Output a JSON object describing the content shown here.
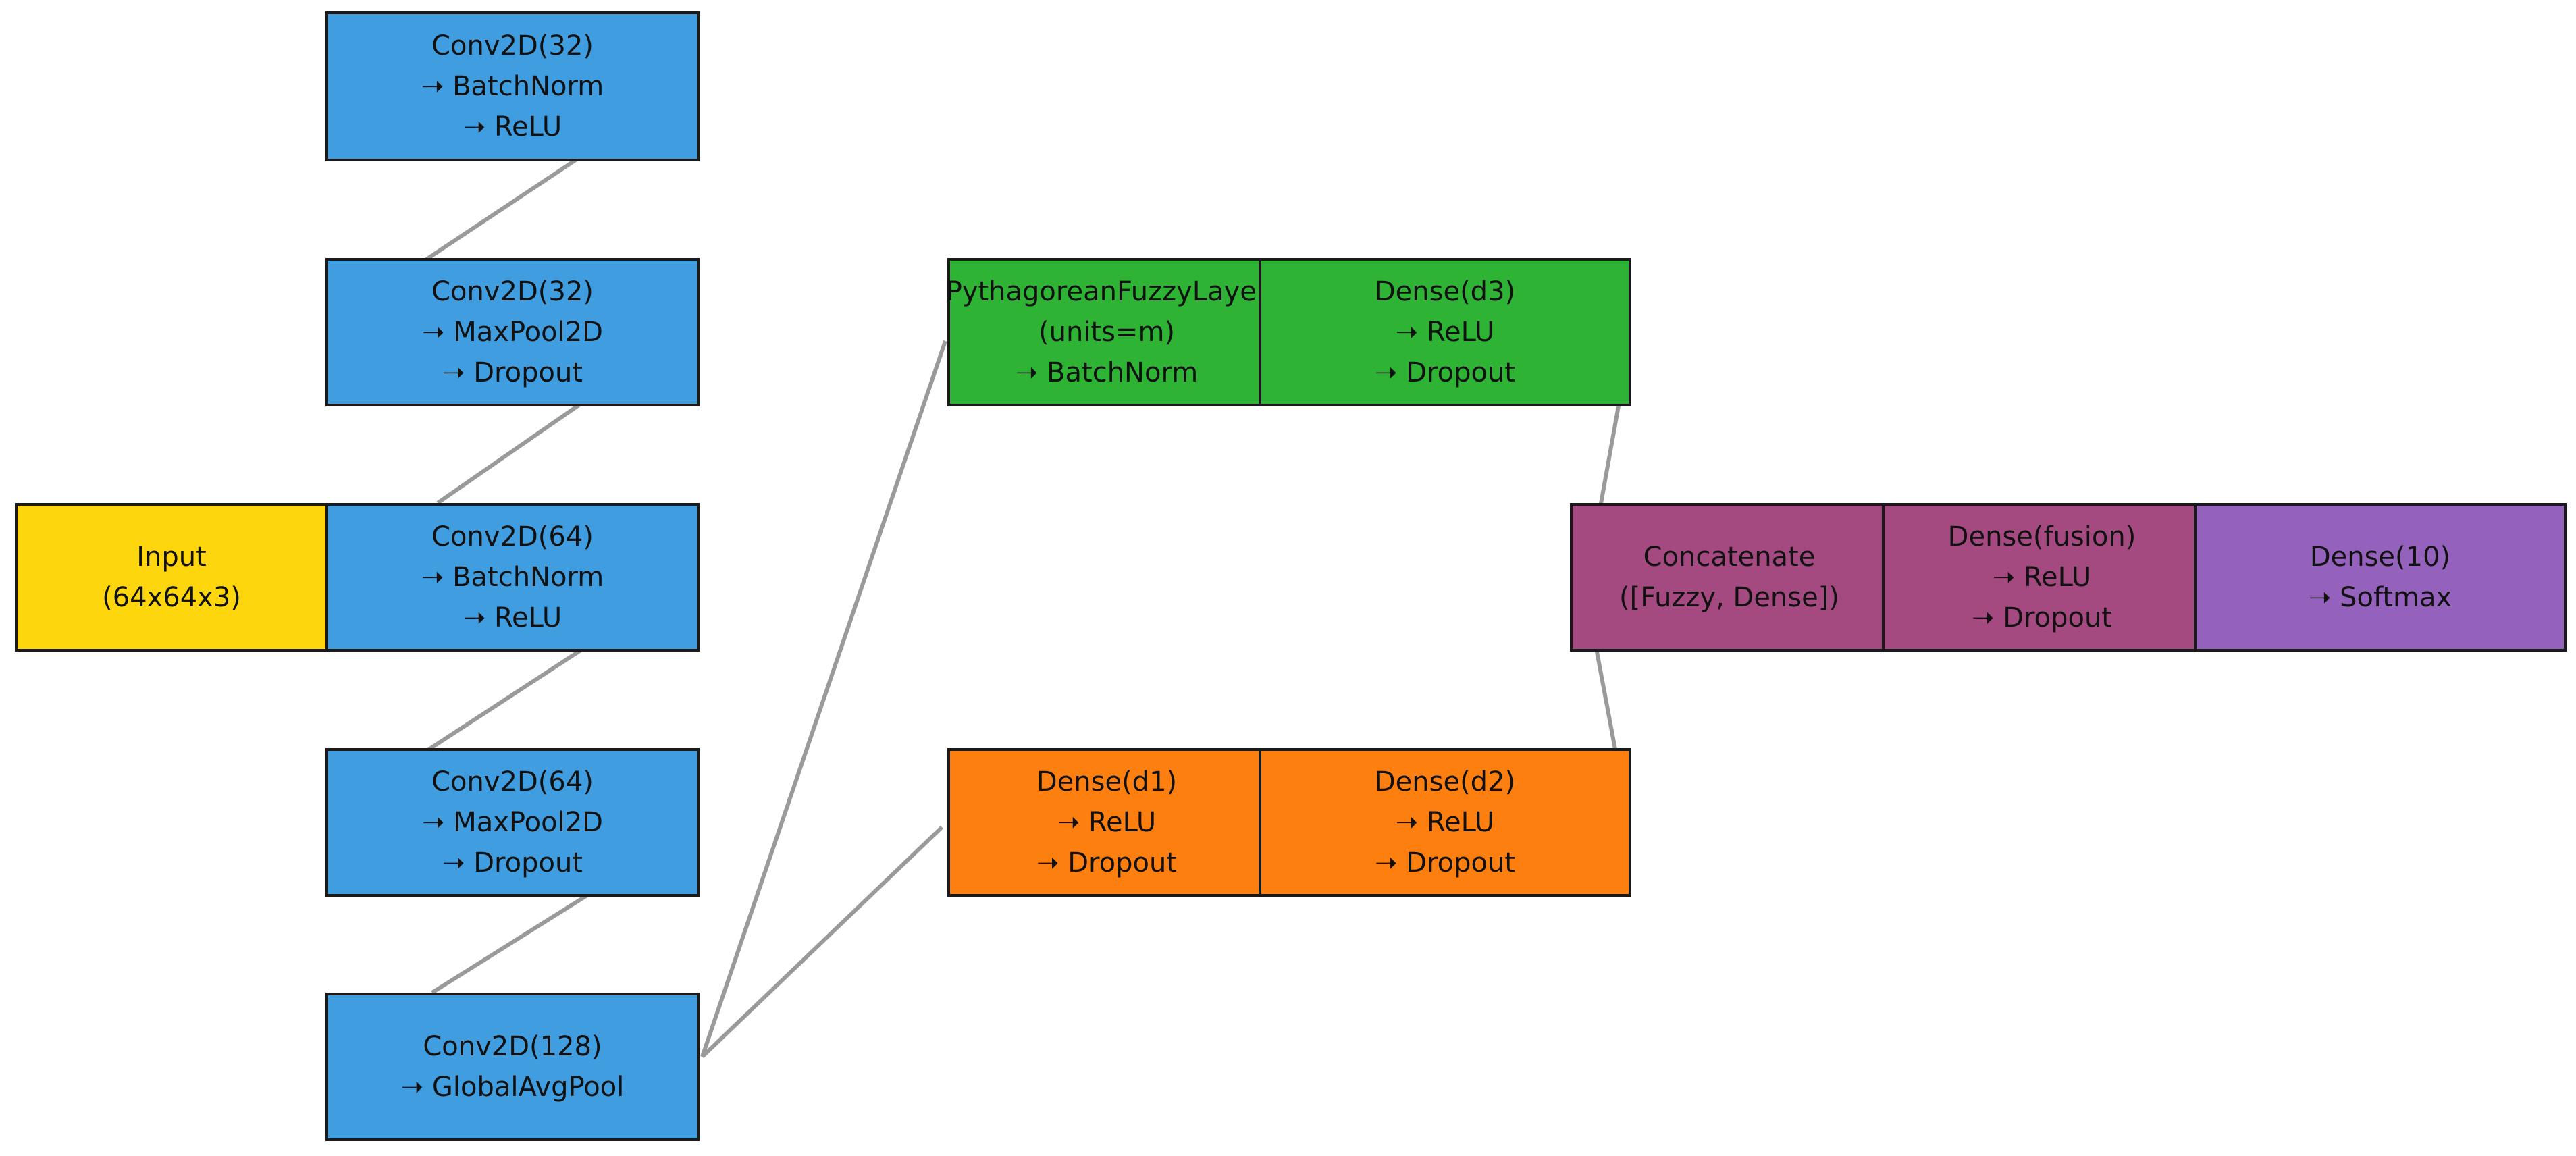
{
  "colors": {
    "conv": "#3f9de0",
    "input": "#fdd60d",
    "fuzzy": "#2fb334",
    "dense": "#fc7f10",
    "fusion": "#a54a80",
    "output": "#9462bd",
    "edge": "#9a9a9a"
  },
  "nodes": {
    "input": {
      "lines": [
        "Input",
        "(64x64x3)"
      ]
    },
    "conv1": {
      "lines": [
        "Conv2D(32)",
        "➝ BatchNorm",
        "➝ ReLU"
      ]
    },
    "conv2": {
      "lines": [
        "Conv2D(32)",
        "➝ MaxPool2D",
        "➝ Dropout"
      ]
    },
    "conv3": {
      "lines": [
        "Conv2D(64)",
        "➝ BatchNorm",
        "➝ ReLU"
      ]
    },
    "conv4": {
      "lines": [
        "Conv2D(64)",
        "➝ MaxPool2D",
        "➝ Dropout"
      ]
    },
    "conv5": {
      "lines": [
        "Conv2D(128)",
        "➝ GlobalAvgPool"
      ]
    },
    "fuzzy": {
      "lines": [
        "PythagoreanFuzzyLayer",
        "(units=m)",
        "➝ BatchNorm"
      ]
    },
    "dense_d3": {
      "lines": [
        "Dense(d3)",
        "➝ ReLU",
        "➝ Dropout"
      ]
    },
    "dense_d1": {
      "lines": [
        "Dense(d1)",
        "➝ ReLU",
        "➝ Dropout"
      ]
    },
    "dense_d2": {
      "lines": [
        "Dense(d2)",
        "➝ ReLU",
        "➝ Dropout"
      ]
    },
    "concat": {
      "lines": [
        "Concatenate",
        "([Fuzzy, Dense])"
      ]
    },
    "fusion": {
      "lines": [
        "Dense(fusion)",
        "➝ ReLU",
        "➝ Dropout"
      ]
    },
    "output": {
      "lines": [
        "Dense(10)",
        "➝ Softmax"
      ]
    }
  }
}
